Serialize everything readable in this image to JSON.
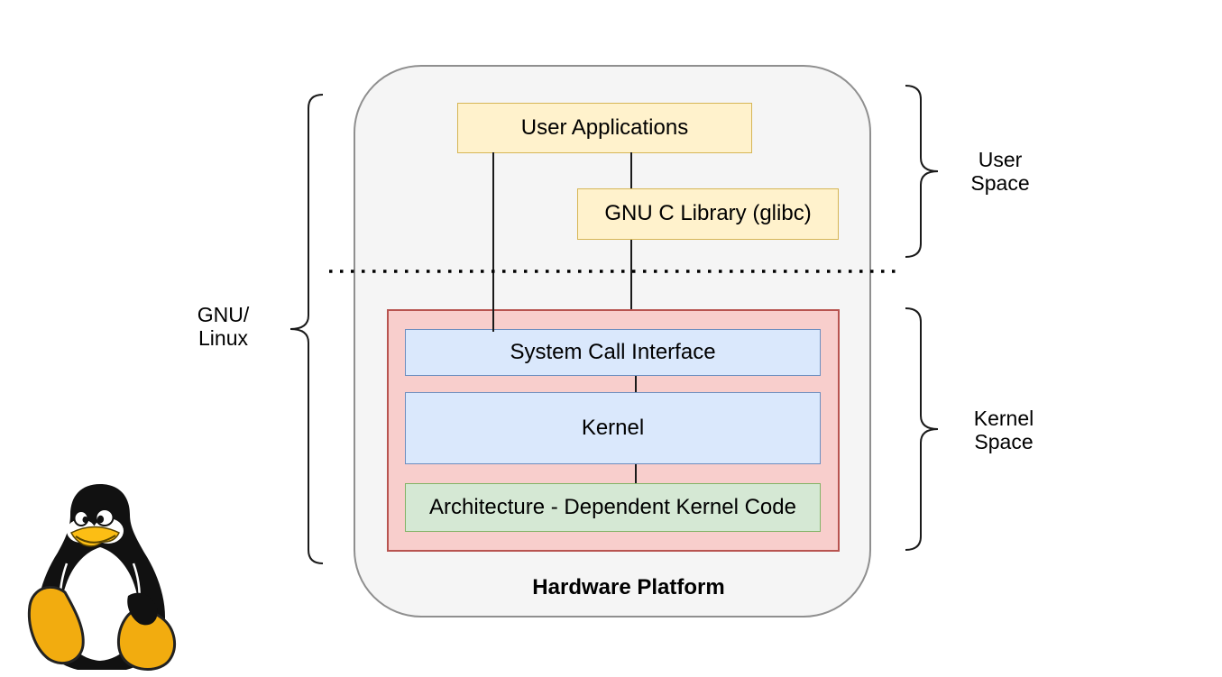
{
  "diagram": {
    "boxes": {
      "user_applications": "User Applications",
      "glibc": "GNU C Library (glibc)",
      "system_call_interface": "System Call Interface",
      "kernel": "Kernel",
      "arch_kernel_code": "Architecture - Dependent Kernel Code"
    },
    "hardware_platform_label": "Hardware Platform",
    "annotations": {
      "gnu_linux_line1": "GNU/",
      "gnu_linux_line2": "Linux",
      "user_space_line1": "User",
      "user_space_line2": "Space",
      "kernel_space_line1": "Kernel",
      "kernel_space_line2": "Space"
    },
    "icons": {
      "tux": "linux-tux-penguin-mascot-icon"
    },
    "colors": {
      "outer_fill": "#f5f5f5",
      "outer_border": "#8f8f8f",
      "yellow_fill": "#fff2cc",
      "yellow_border": "#d6b656",
      "red_fill": "#f8cecc",
      "red_border": "#b85450",
      "blue_fill": "#dae8fc",
      "blue_border": "#6c8ebf",
      "green_fill": "#d5e8d4",
      "green_border": "#82b366",
      "connector": "#1a1a1a",
      "tux_body": "#111111",
      "tux_belly": "#ffffff",
      "tux_beak_feet": "#fcbe14"
    }
  }
}
